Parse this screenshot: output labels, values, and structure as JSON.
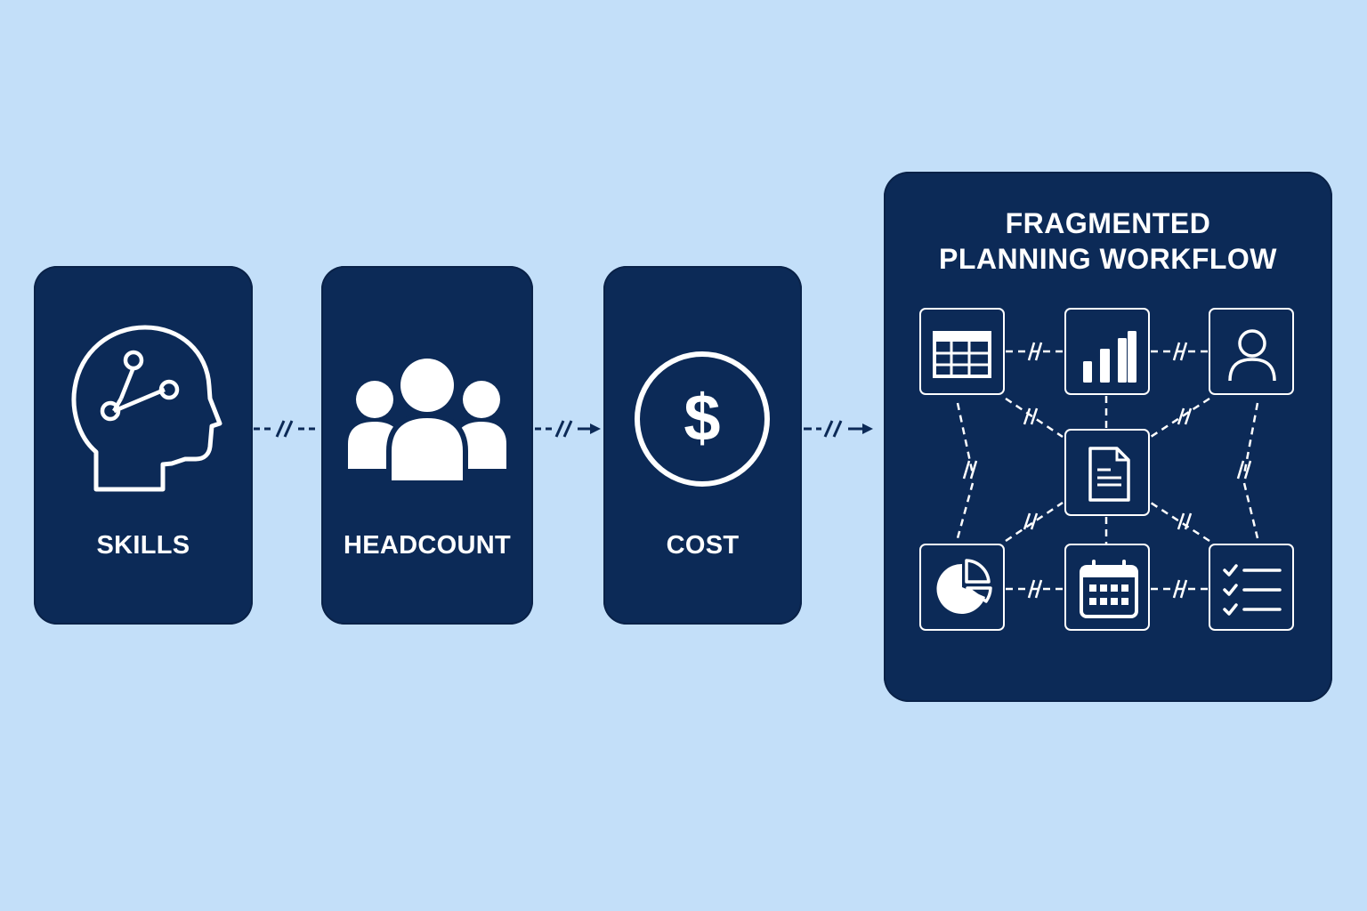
{
  "steps": [
    {
      "label": "SKILLS",
      "icon": "head-network-icon"
    },
    {
      "label": "HEADCOUNT",
      "icon": "people-group-icon"
    },
    {
      "label": "COST",
      "icon": "dollar-circle-icon"
    }
  ],
  "connector_break_mark": "//",
  "workflow": {
    "title_line1": "FRAGMENTED",
    "title_line2": "PLANNING WORKFLOW",
    "tools": [
      {
        "icon": "spreadsheet-icon"
      },
      {
        "icon": "bar-chart-icon"
      },
      {
        "icon": "user-icon"
      },
      {
        "icon": "document-icon"
      },
      {
        "icon": "pie-chart-icon"
      },
      {
        "icon": "calendar-icon"
      },
      {
        "icon": "checklist-icon"
      }
    ]
  },
  "colors": {
    "background": "#c3dff9",
    "card": "#0c2a57",
    "foreground": "#ffffff",
    "connector": "#0c2a57"
  }
}
